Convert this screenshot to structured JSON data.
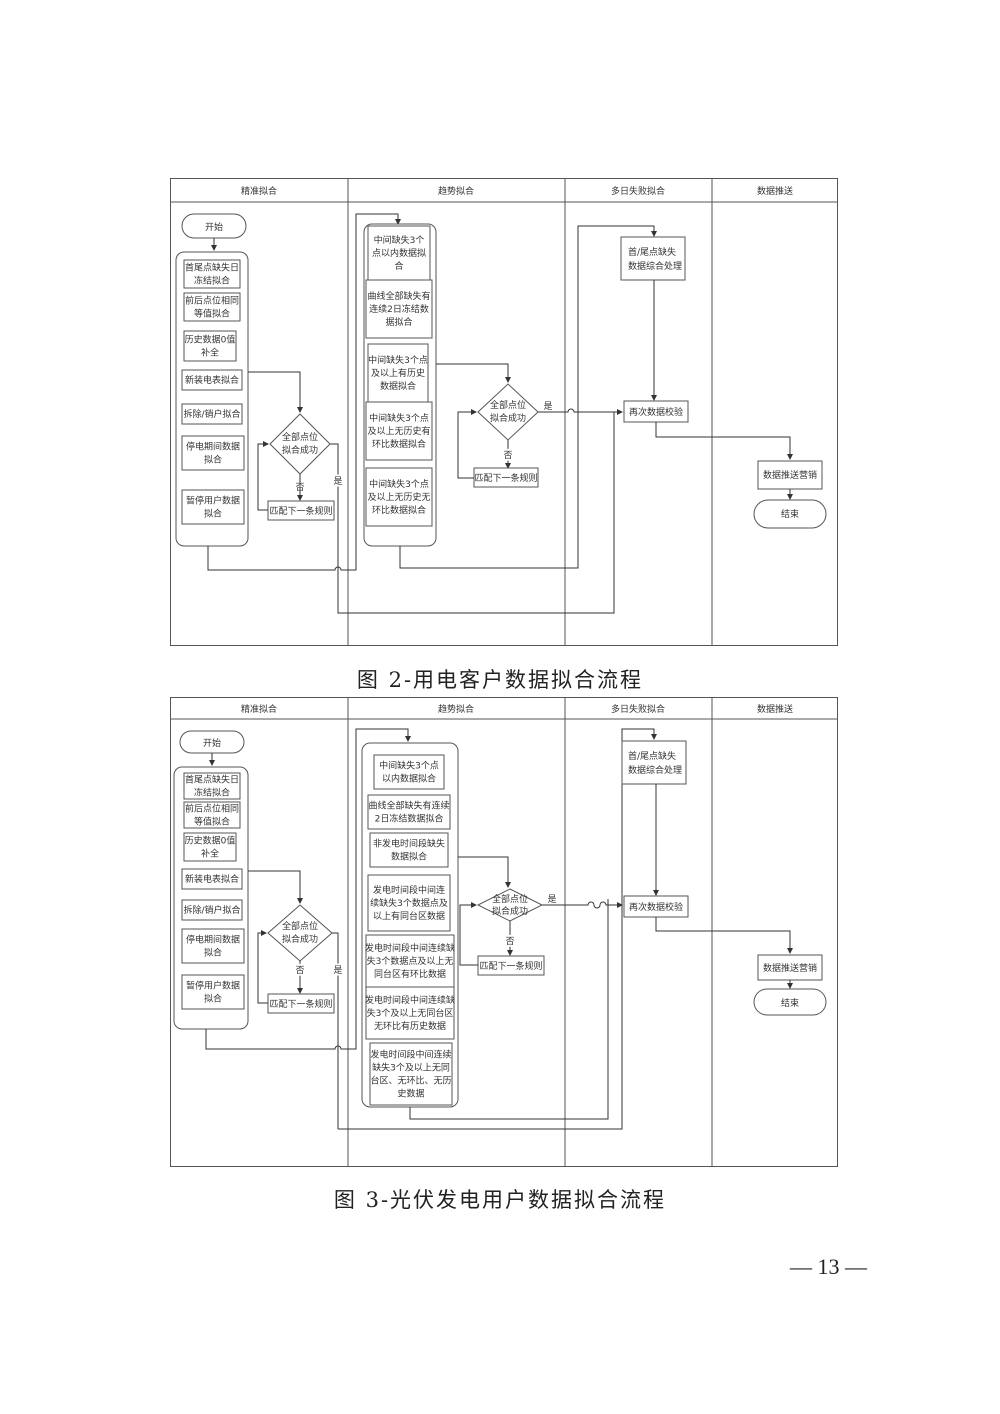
{
  "figure2": {
    "caption": "图 2-用电客户数据拟合流程",
    "lanes": [
      "精准拟合",
      "趋势拟合",
      "多日失败拟合",
      "数据推送"
    ],
    "start": "开始",
    "precise_steps": [
      [
        "首尾点缺失日",
        "冻结拟合"
      ],
      [
        "前后点位相同",
        "等值拟合"
      ],
      [
        "历史数据0值",
        "补全"
      ],
      [
        "新装电表拟合"
      ],
      [
        "拆除/销户拟合"
      ],
      [
        "停电期间数据",
        "拟合"
      ],
      [
        "暂停用户数据",
        "拟合"
      ]
    ],
    "trend_steps": [
      [
        "中间缺失3个",
        "点以内数据拟",
        "合"
      ],
      [
        "曲线全部缺失有",
        "连续2日冻结数",
        "据拟合"
      ],
      [
        "中间缺失3个点",
        "及以上有历史",
        "数据拟合"
      ],
      [
        "中间缺失3个点",
        "及以上无历史有",
        "环比数据拟合"
      ],
      [
        "中间缺失3个点",
        "及以上无历史无",
        "环比数据拟合"
      ]
    ],
    "decision": [
      "全部点位",
      "拟合成功"
    ],
    "yes": "是",
    "no": "否",
    "next_rule": "匹配下一条规则",
    "multi_day": [
      "首/尾点缺失",
      "数据综合处理"
    ],
    "recheck": "再次数据校验",
    "push": "数据推送营销",
    "end": "结束"
  },
  "figure3": {
    "caption": "图 3-光伏发电用户数据拟合流程",
    "lanes": [
      "精准拟合",
      "趋势拟合",
      "多日失败拟合",
      "数据推送"
    ],
    "start": "开始",
    "precise_steps": [
      [
        "首尾点缺失日",
        "冻结拟合"
      ],
      [
        "前后点位相同",
        "等值拟合"
      ],
      [
        "历史数据0值",
        "补全"
      ],
      [
        "新装电表拟合"
      ],
      [
        "拆除/销户拟合"
      ],
      [
        "停电期间数据",
        "拟合"
      ],
      [
        "暂停用户数据",
        "拟合"
      ]
    ],
    "trend_steps": [
      [
        "中间缺失3个点",
        "以内数据拟合"
      ],
      [
        "曲线全部缺失有连续",
        "2日冻结数据拟合"
      ],
      [
        "非发电时间段缺失",
        "数据拟合"
      ],
      [
        "发电时间段中间连",
        "续缺失3个数据点及",
        "以上有同台区数据"
      ],
      [
        "发电时间段中间连续缺",
        "失3个数据点及以上无",
        "同台区有环比数据"
      ],
      [
        "发电时间段中间连续缺",
        "失3个及以上无同台区",
        "无环比有历史数据"
      ],
      [
        "发电时间段中间连续",
        "缺失3个及以上无同",
        "台区、无环比、无历",
        "史数据"
      ]
    ],
    "decision": [
      "全部点位",
      "拟合成功"
    ],
    "yes": "是",
    "no": "否",
    "next_rule": "匹配下一条规则",
    "multi_day": [
      "首/尾点缺失",
      "数据综合处理"
    ],
    "recheck": "再次数据校验",
    "push": "数据推送营销",
    "end": "结束"
  },
  "page_number": "— 13 —"
}
